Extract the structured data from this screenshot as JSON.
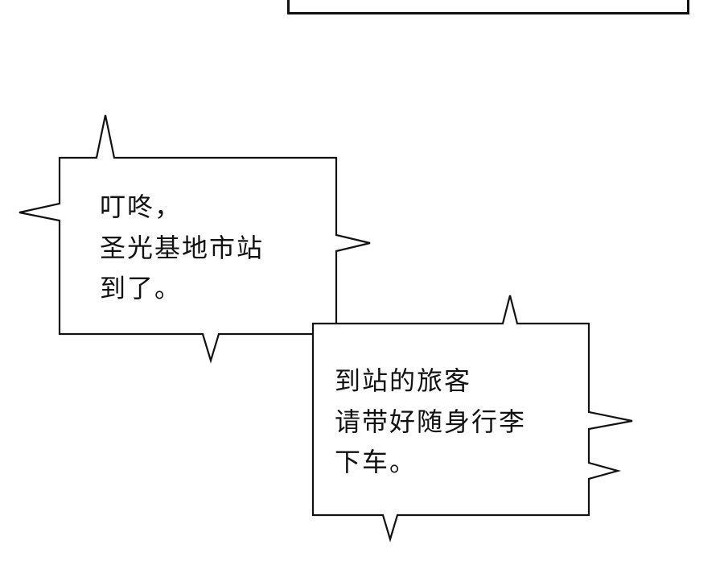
{
  "bubbles": [
    {
      "lines": [
        "叮咚，",
        "圣光基地市站",
        "到了。"
      ]
    },
    {
      "lines": [
        "到站的旅客",
        "请带好随身行李",
        "下车。"
      ]
    }
  ]
}
